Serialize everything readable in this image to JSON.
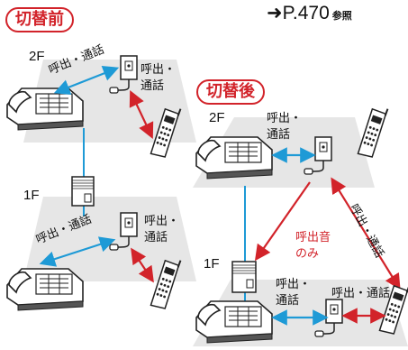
{
  "header": {
    "before_label": "切替前",
    "after_label": "切替後",
    "page_ref": "P.470",
    "page_ref_note": "参照"
  },
  "floors": {
    "second": "2F",
    "first": "1F"
  },
  "before": {
    "upper": {
      "call_talk_a": "呼出・通話",
      "call_line1": "呼出・",
      "call_line2": "通話"
    },
    "lower": {
      "call_talk_a": "呼出・通話",
      "call_line1": "呼出・",
      "call_line2": "通話"
    }
  },
  "after": {
    "upper": {
      "call_line1": "呼出・",
      "call_line2": "通話",
      "diagonal": "呼出・通話"
    },
    "ring_only_1": "呼出音",
    "ring_only_2": "のみ",
    "lower": {
      "call_line1": "呼出・",
      "call_line2": "通話",
      "call_talk": "呼出・通話"
    }
  },
  "colors": {
    "accent": "#d2232a",
    "blue_arrow": "#1e9ad6",
    "floor": "#e6e6e6",
    "line": "#1e9ad6"
  },
  "icons": [
    "arrow-right-icon",
    "desk-phone-icon",
    "intercom-icon",
    "handset-icon",
    "adapter-icon"
  ]
}
